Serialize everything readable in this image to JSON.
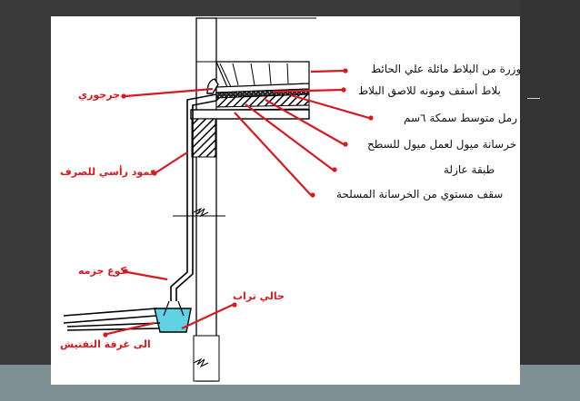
{
  "colors": {
    "frame_background": "#3a3a3a",
    "card_background": "#ffffff",
    "bottom_band": "#7e9093",
    "callout_red": "#d71920",
    "water_cyan": "#5fd3e3",
    "line_black": "#000000"
  },
  "labels_right": [
    "وزرة من البلاط مائلة علي الحائط",
    "بلاط أسقف ومونه للاصق البلاط",
    "رمل متوسط سمكة ٦سم",
    "خرسانة ميول لعمل ميول للسطح",
    "طبقة عازلة",
    "سقف مستوي من الخرسانة المسلحة"
  ],
  "labels_left": {
    "gargoyle": "جرجوري",
    "downpipe": "عمود رأسي للصرف",
    "elbow": "كوع جزمه",
    "gully": "جالي تراب",
    "to_chamber": "الى غرفة التفتيش"
  }
}
